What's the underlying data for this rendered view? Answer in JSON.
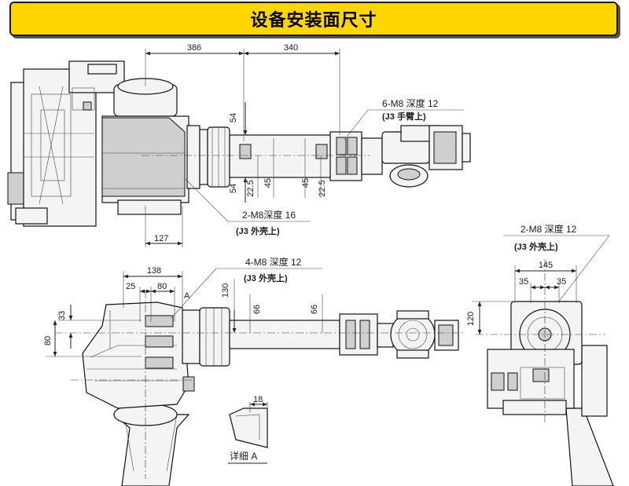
{
  "title": "设备安装面尺寸",
  "colors": {
    "banner": "#ffd600",
    "line": "#222222",
    "background": "#ffffff"
  },
  "top_view": {
    "dim_386": "386",
    "dim_340": "340",
    "dim_127": "127",
    "dim_54_upper": "54",
    "dim_54_lower": "54",
    "dim_22_5_left": "22.5",
    "dim_45_left": "45",
    "dim_45_right": "45",
    "dim_22_5_right": "22.5",
    "callout_6m8": "6-M8 深度 12",
    "callout_6m8_sub": "(J3 手臂上)",
    "callout_2m8": "2-M8深度 16",
    "callout_2m8_sub": "(J3 外壳上)"
  },
  "side_view": {
    "dim_138": "138",
    "dim_25": "25",
    "dim_80_top": "80",
    "dim_33": "33",
    "dim_80_left": "80",
    "dim_130": "130",
    "dim_66_left": "66",
    "dim_66_right": "66",
    "marker_a": "A",
    "callout_4m8": "4-M8 深度  12",
    "callout_4m8_sub": "(J3 外壳上)"
  },
  "detail": {
    "dim_18": "18",
    "label": "详细 A"
  },
  "end_view": {
    "callout_2m8": "2-M8 深度 12",
    "callout_2m8_sub": "(J3 外壳上)",
    "dim_145": "145",
    "dim_35_left": "35",
    "dim_35_right": "35",
    "dim_120": "120"
  }
}
